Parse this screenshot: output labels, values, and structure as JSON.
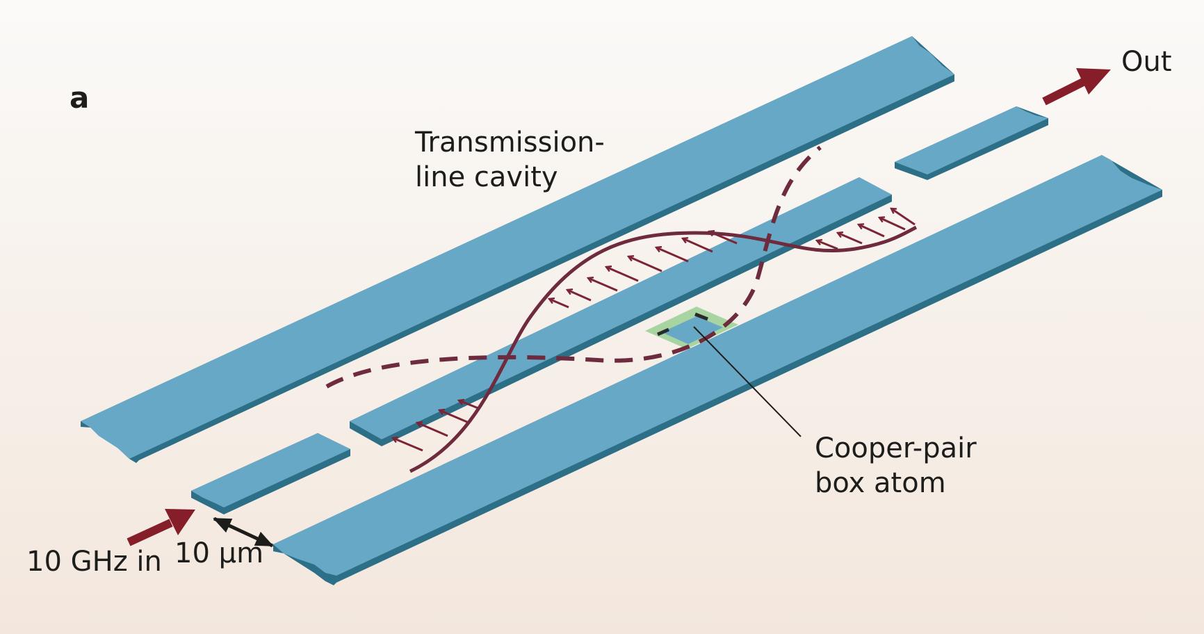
{
  "panel_letter": "a",
  "labels": {
    "cavity_line1": "Transmission-",
    "cavity_line2": "line cavity",
    "output": "Out",
    "input": "10 GHz in",
    "gap": "10 µm",
    "atom_line1": "Cooper-pair",
    "atom_line2": "box atom"
  },
  "colors": {
    "background_top": "#fbfaf8",
    "background_bottom": "#f3e7dd",
    "conductor_top": "#67a8c6",
    "conductor_side": "#2d6f87",
    "field_wave": "#6e2b3d",
    "field_arrows": "#7b2436",
    "signal_arrow": "#861e2a",
    "atom_film": "#a7d4a0",
    "atom_junction": "#2a2a2a",
    "text": "#1d1d1b"
  }
}
